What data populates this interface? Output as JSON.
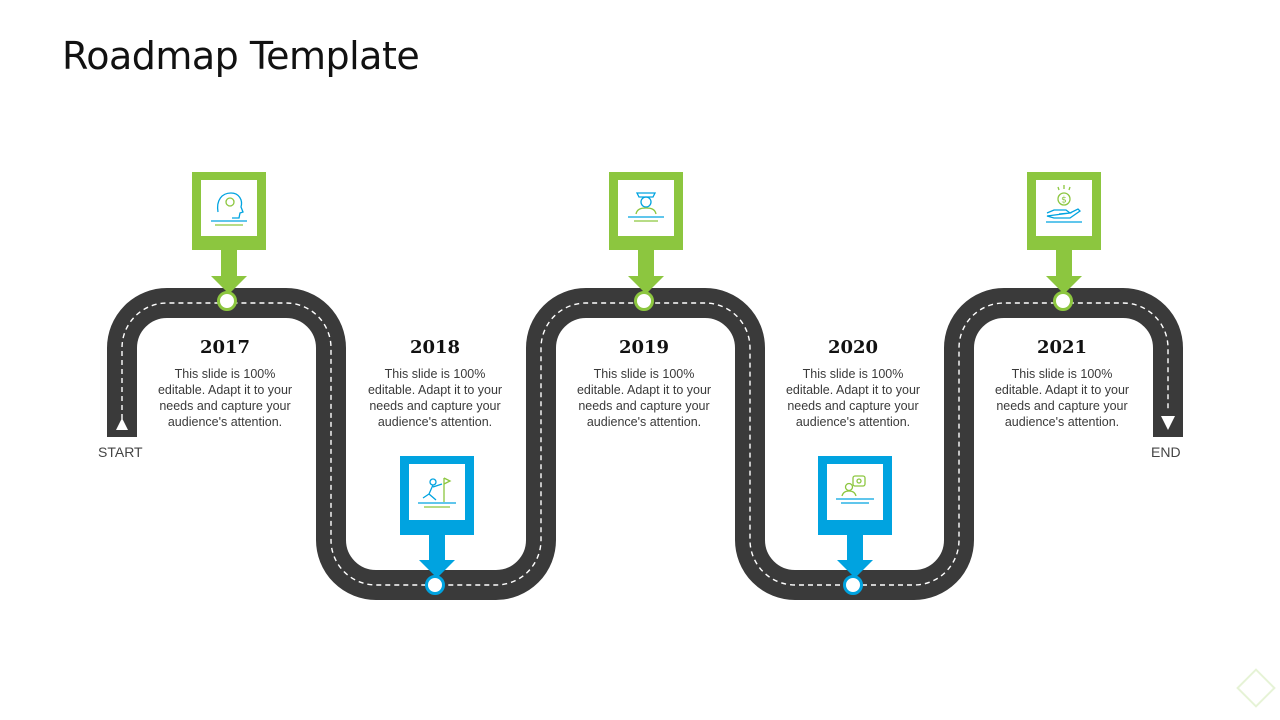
{
  "slide": {
    "title": "Roadmap Template",
    "start_label": "START",
    "end_label": "END"
  },
  "milestones": [
    {
      "year": "2017",
      "description": "This slide is 100% editable. Adapt it to your needs and capture your audience's attention.",
      "icon": "head-gear-icon",
      "color": "#8cc63f"
    },
    {
      "year": "2018",
      "description": "This slide is 100% editable. Adapt it to your needs and capture your audience's attention.",
      "icon": "person-climbing-icon",
      "color": "#00a3e0"
    },
    {
      "year": "2019",
      "description": "This slide is 100% editable. Adapt it to your needs and capture your audience's attention.",
      "icon": "pilot-icon",
      "color": "#8cc63f"
    },
    {
      "year": "2020",
      "description": "This slide is 100% editable. Adapt it to your needs and capture your audience's attention.",
      "icon": "person-speech-bubble-icon",
      "color": "#00a3e0"
    },
    {
      "year": "2021",
      "description": "This slide is 100% editable. Adapt it to your needs and capture your audience's attention.",
      "icon": "hand-dollar-coin-icon",
      "color": "#8cc63f"
    }
  ],
  "colors": {
    "road": "#3a3a3a",
    "lane": "#ffffff",
    "green": "#8cc63f",
    "blue": "#00a3e0"
  }
}
